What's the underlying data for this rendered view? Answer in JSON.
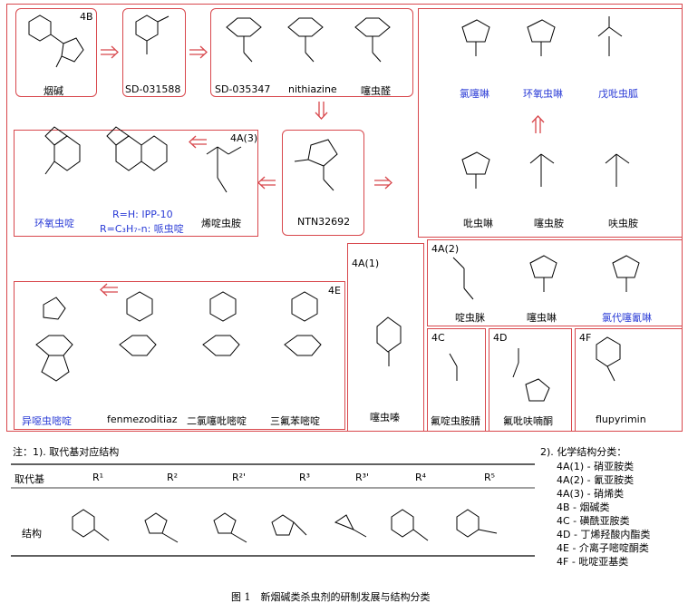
{
  "colors": {
    "frame": "#d8474c",
    "highlight": "#2a3bd6",
    "arrow": "#d8474c",
    "ink": "#000000"
  },
  "boxes": {
    "tag_4B": "4B",
    "tag_4A3": "4A(3)",
    "tag_4A1": "4A(1)",
    "tag_4A2": "4A(2)",
    "tag_4C": "4C",
    "tag_4D": "4D",
    "tag_4E": "4E",
    "tag_4F": "4F"
  },
  "compounds": {
    "nicotine": "烟碱",
    "sd031588": "SD-031588",
    "sd035347": "SD-035347",
    "nithiazine": "nithiazine",
    "thiazolealdehyde": "噻虫醛",
    "ntn32692": "NTN32692",
    "cycloxaprid": "环氧虫啶",
    "ipp10_line1": "R=H: IPP-10",
    "ipp10_line2": "R=C₃H₇-n: 哌虫啶",
    "alkenyl": "烯啶虫胺",
    "chloro_imid": "氯噻啉",
    "cyclo_imid": "环氧虫啉",
    "hexyl_guan": "戊吡虫胍",
    "imidacloprid": "吡虫啉",
    "clothianidin": "噻虫胺",
    "dinotefuran": "呋虫胺",
    "thiamethoxam": "噻虫嗪",
    "acetamiprid": "啶虫脒",
    "thiacloprid": "噻虫啉",
    "chlorothiacloprid": "氯代噻氰啉",
    "sulfoxaflor": "氟啶虫胺腈",
    "flupyradifurone": "氟吡呋喃酮",
    "flupyrimin": "flupyrimin",
    "isoxazole_pyrimidine": "异噁虫嘧啶",
    "fenmezoditiaz": "fenmezoditiaz",
    "dicloromezotiaz": "二氯噻吡嘧啶",
    "triflumezopyrim": "三氟苯嘧啶"
  },
  "notes": {
    "note_title": "注：1). 取代基对应结构",
    "col_substituent": "取代基",
    "col_structure": "结构",
    "r_labels": [
      "R¹",
      "R²",
      "R²'",
      "R³",
      "R³'",
      "R⁴",
      "R⁵"
    ],
    "class_title": "2). 化学结构分类：",
    "classes": [
      "4A(1) - 硝亚胺类",
      "4A(2) - 氰亚胺类",
      "4A(3) - 硝烯类",
      "4B - 烟碱类",
      "4C - 磺酰亚胺类",
      "4D - 丁烯羟酸内酯类",
      "4E - 介离子嘧啶酮类",
      "4F - 吡啶亚基类"
    ]
  },
  "caption": "图 1　新烟碱类杀虫剂的研制发展与结构分类"
}
